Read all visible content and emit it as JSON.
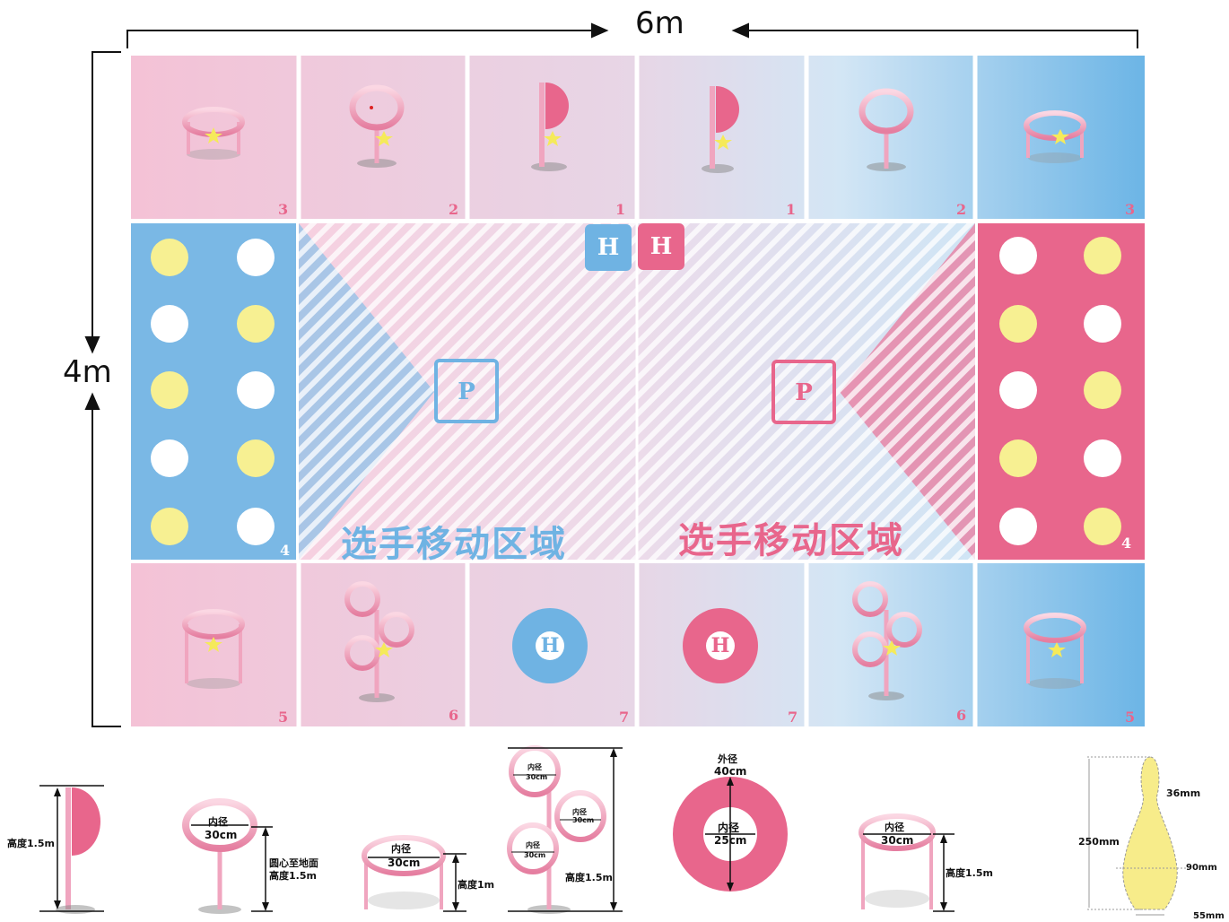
{
  "dimensions": {
    "width_label": "6m",
    "height_label": "4m"
  },
  "cells": {
    "top": [
      "3",
      "2",
      "1",
      "1",
      "2",
      "3"
    ],
    "side_left": "4",
    "side_right": "4",
    "bottom": [
      "5",
      "6",
      "7",
      "7",
      "6",
      "5"
    ]
  },
  "badges": {
    "h": "H",
    "p": "P"
  },
  "zone_label": "选手移动区域",
  "specs": {
    "flag_height": "高度1.5m",
    "ring_stand_inner": "内径",
    "ring_stand_size": "30cm",
    "ring_stand_height_line1": "圆心至地面",
    "ring_stand_height_line2": "高度1.5m",
    "hoop_low_inner": "内径",
    "hoop_low_size": "30cm",
    "hoop_low_height": "高度1m",
    "tree_inner": "内径",
    "tree_size": "30cm",
    "tree_height": "高度1.5m",
    "target_outer_label": "外径",
    "target_outer_size": "40cm",
    "target_inner_label": "内径",
    "target_inner_size": "25cm",
    "hoop_high_inner": "内径",
    "hoop_high_size": "30cm",
    "hoop_high_height": "高度1.5m",
    "pin_top": "36mm",
    "pin_height": "250mm",
    "pin_mid": "90mm",
    "pin_base": "55mm"
  },
  "colors": {
    "pink": "#e8668c",
    "blue": "#6fb3e3",
    "yellow": "#f7f092",
    "lightpink": "#f5c6d8"
  }
}
